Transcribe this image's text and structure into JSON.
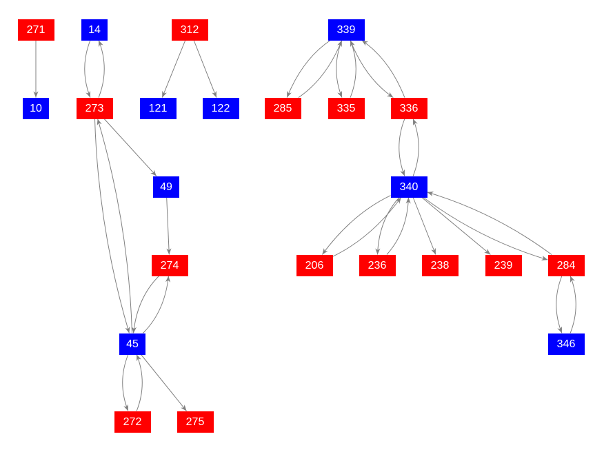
{
  "colors": {
    "red": "#ff0000",
    "blue": "#0000ff",
    "edge": "#808080"
  },
  "nodes": [
    {
      "id": "271",
      "label": "271",
      "color": "red"
    },
    {
      "id": "14",
      "label": "14",
      "color": "blue"
    },
    {
      "id": "312",
      "label": "312",
      "color": "red"
    },
    {
      "id": "339",
      "label": "339",
      "color": "blue"
    },
    {
      "id": "10",
      "label": "10",
      "color": "blue"
    },
    {
      "id": "273",
      "label": "273",
      "color": "red"
    },
    {
      "id": "121",
      "label": "121",
      "color": "blue"
    },
    {
      "id": "122",
      "label": "122",
      "color": "blue"
    },
    {
      "id": "285",
      "label": "285",
      "color": "red"
    },
    {
      "id": "335",
      "label": "335",
      "color": "red"
    },
    {
      "id": "336",
      "label": "336",
      "color": "red"
    },
    {
      "id": "49",
      "label": "49",
      "color": "blue"
    },
    {
      "id": "340",
      "label": "340",
      "color": "blue"
    },
    {
      "id": "274",
      "label": "274",
      "color": "red"
    },
    {
      "id": "206",
      "label": "206",
      "color": "red"
    },
    {
      "id": "236",
      "label": "236",
      "color": "red"
    },
    {
      "id": "238",
      "label": "238",
      "color": "red"
    },
    {
      "id": "239",
      "label": "239",
      "color": "red"
    },
    {
      "id": "284",
      "label": "284",
      "color": "red"
    },
    {
      "id": "45",
      "label": "45",
      "color": "blue"
    },
    {
      "id": "346",
      "label": "346",
      "color": "blue"
    },
    {
      "id": "272",
      "label": "272",
      "color": "red"
    },
    {
      "id": "275",
      "label": "275",
      "color": "red"
    }
  ],
  "edges": [
    [
      "271",
      "10"
    ],
    [
      "14",
      "273"
    ],
    [
      "273",
      "14"
    ],
    [
      "312",
      "121"
    ],
    [
      "312",
      "122"
    ],
    [
      "339",
      "285"
    ],
    [
      "285",
      "339"
    ],
    [
      "339",
      "335"
    ],
    [
      "335",
      "339"
    ],
    [
      "339",
      "336"
    ],
    [
      "336",
      "339"
    ],
    [
      "273",
      "49"
    ],
    [
      "49",
      "274"
    ],
    [
      "273",
      "45"
    ],
    [
      "45",
      "273"
    ],
    [
      "274",
      "45"
    ],
    [
      "45",
      "274"
    ],
    [
      "45",
      "272"
    ],
    [
      "272",
      "45"
    ],
    [
      "45",
      "275"
    ],
    [
      "336",
      "340"
    ],
    [
      "340",
      "336"
    ],
    [
      "340",
      "206"
    ],
    [
      "206",
      "340"
    ],
    [
      "340",
      "236"
    ],
    [
      "236",
      "340"
    ],
    [
      "340",
      "238"
    ],
    [
      "340",
      "239"
    ],
    [
      "340",
      "284"
    ],
    [
      "284",
      "340"
    ],
    [
      "284",
      "346"
    ],
    [
      "346",
      "284"
    ]
  ]
}
